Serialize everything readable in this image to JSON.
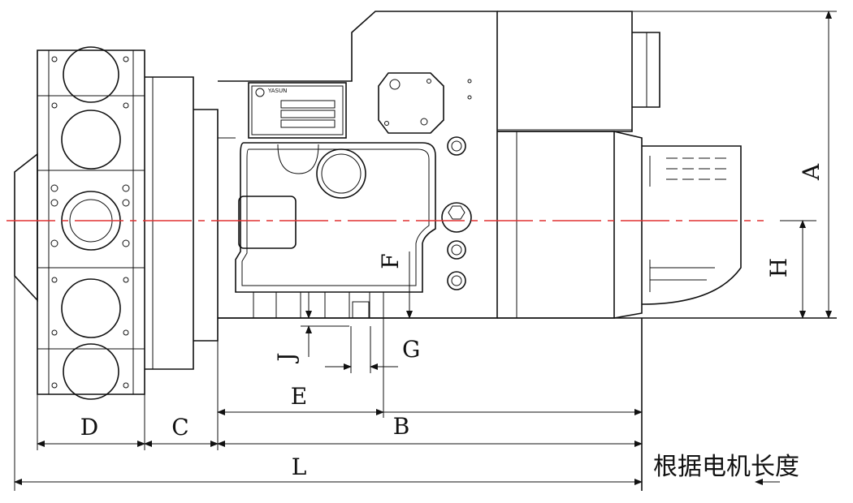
{
  "dimensions": {
    "A": "A",
    "H": "H",
    "F": "F",
    "J": "J",
    "G": "G",
    "E": "E",
    "B": "B",
    "D": "D",
    "C": "C",
    "L": "L"
  },
  "note": "根据电机长度",
  "nameplate": {
    "brand": "YASUN"
  },
  "colors": {
    "line": "#111111",
    "centerline": "#e03030"
  }
}
